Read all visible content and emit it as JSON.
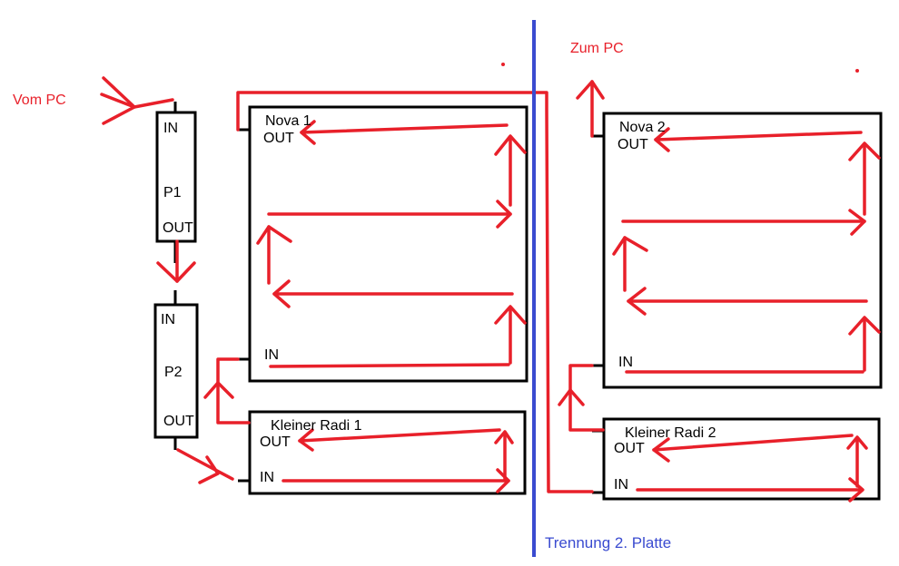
{
  "colors": {
    "flow": "#e8202a",
    "divider": "#3a4bd0",
    "outline": "#000000"
  },
  "labels": {
    "from_pc": "Vom PC",
    "to_pc": "Zum PC",
    "divider": "Trennung 2. Platte"
  },
  "components": {
    "p1": {
      "name": "P1",
      "in": "IN",
      "out": "OUT"
    },
    "p2": {
      "name": "P2",
      "in": "IN",
      "out": "OUT"
    },
    "nova1": {
      "name": "Nova 1",
      "out": "OUT",
      "in": "IN"
    },
    "radi1": {
      "name": "Kleiner Radi 1",
      "out": "OUT",
      "in": "IN"
    },
    "nova2": {
      "name": "Nova 2",
      "out": "OUT",
      "in": "IN"
    },
    "radi2": {
      "name": "Kleiner Radi 2",
      "out": "OUT",
      "in": "IN"
    }
  }
}
